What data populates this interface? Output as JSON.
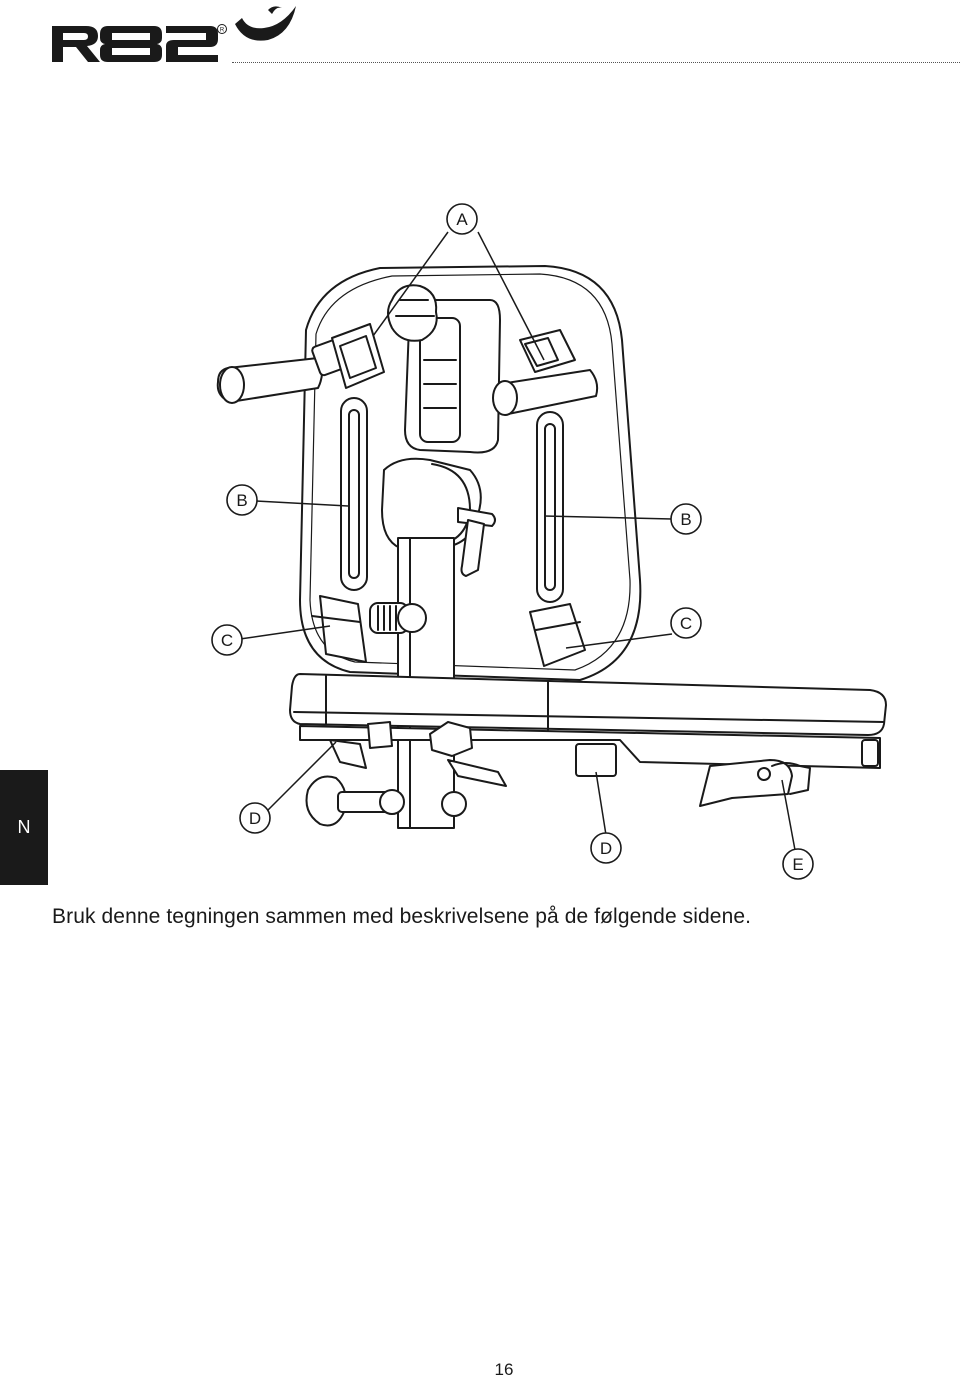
{
  "header": {
    "brand": "R82",
    "registered_mark": "®"
  },
  "figure": {
    "callouts": {
      "a": "A",
      "b_left": "B",
      "b_right": "B",
      "c_left": "C",
      "c_right": "C",
      "d_left": "D",
      "d_right": "D",
      "e": "E"
    }
  },
  "sidebar": {
    "language_tab": "N"
  },
  "caption": "Bruk denne tegningen sammen med beskrivelsene på de følgende sidene.",
  "footer": {
    "page_number": "16"
  }
}
